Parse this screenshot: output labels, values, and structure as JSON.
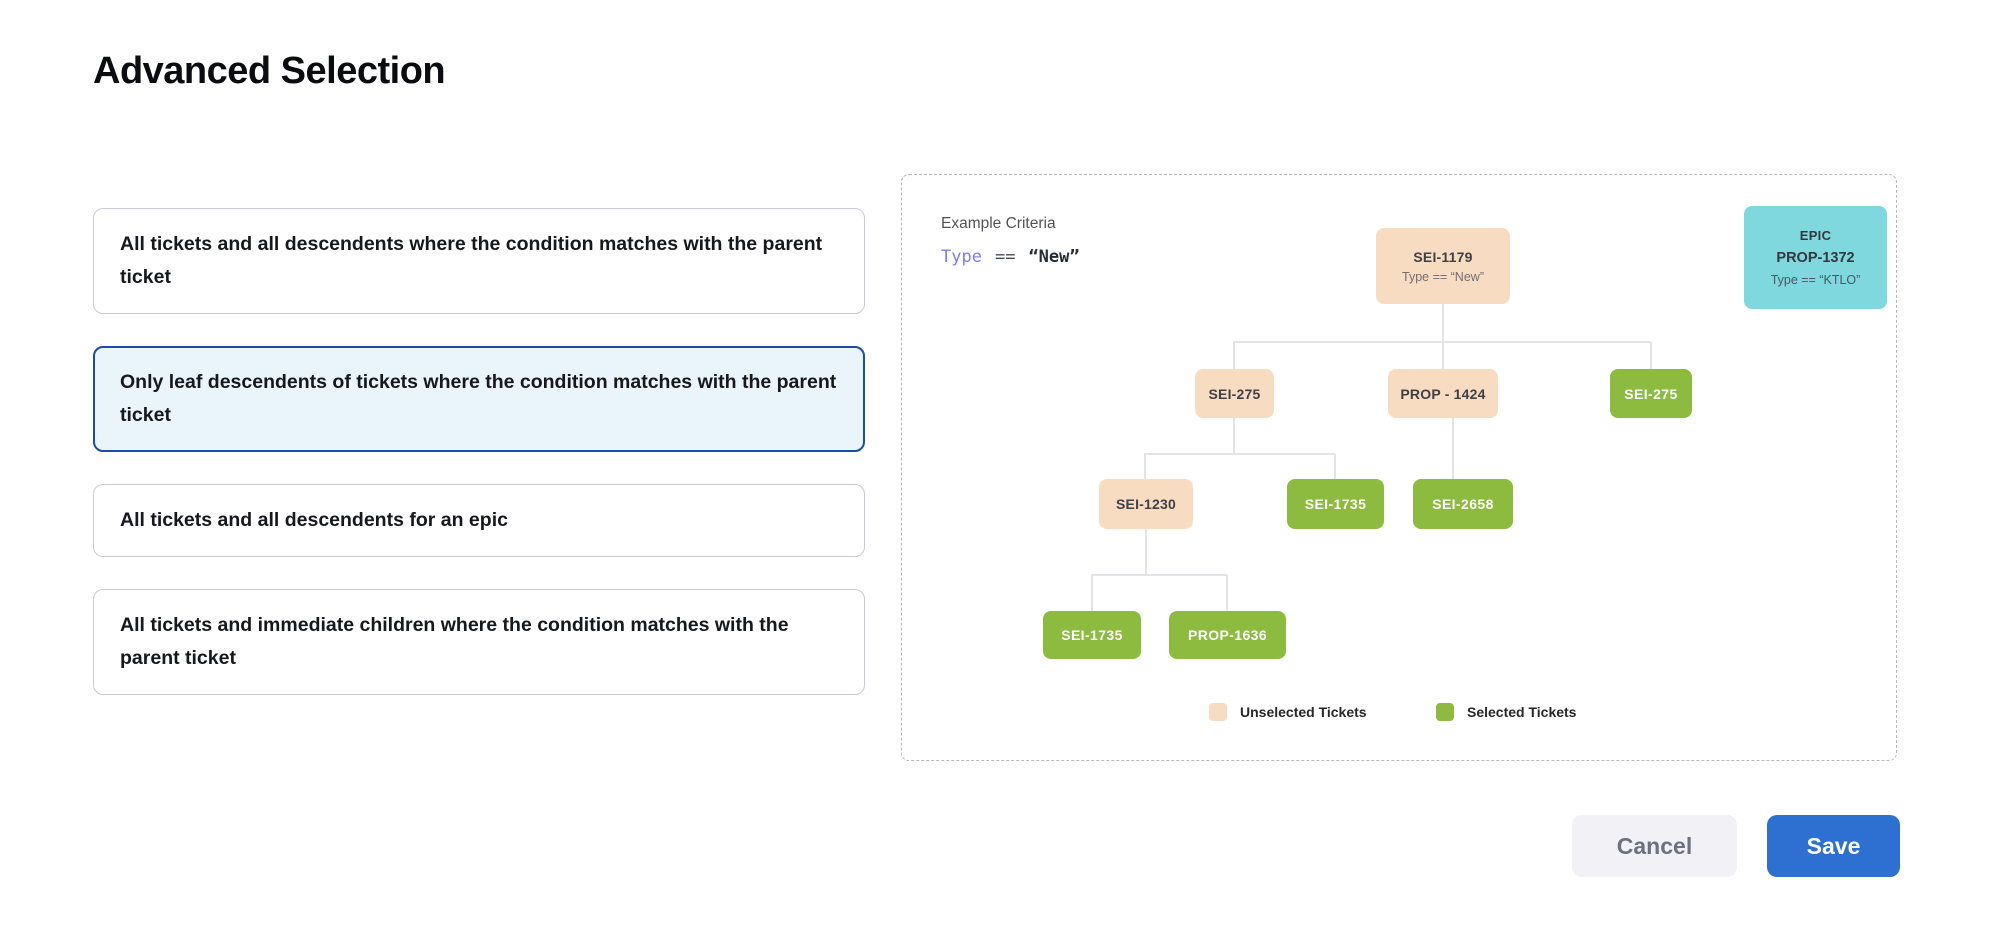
{
  "title": "Advanced Selection",
  "options": [
    {
      "label": "All tickets and all descendents where the condition matches with the parent ticket",
      "selected": false
    },
    {
      "label": "Only leaf descendents of tickets where the condition matches with the parent ticket",
      "selected": true
    },
    {
      "label": "All tickets and all descendents for an epic",
      "selected": false
    },
    {
      "label": "All tickets and immediate children where the condition matches with the parent ticket",
      "selected": false
    }
  ],
  "example_panel": {
    "heading": "Example Criteria",
    "criteria": {
      "field": "Type",
      "operator": "==",
      "value": "“New”"
    },
    "epic_card": {
      "type_label": "EPIC",
      "id": "PROP-1372",
      "condition": "Type == “KTLO”"
    },
    "tree": {
      "root": {
        "id": "SEI-1179",
        "condition": "Type == “New”",
        "state": "unselected"
      },
      "level2": [
        {
          "id": "SEI-275",
          "state": "unselected"
        },
        {
          "id": "PROP - 1424",
          "state": "unselected"
        },
        {
          "id": "SEI-275",
          "state": "selected"
        }
      ],
      "level3": [
        {
          "id": "SEI-1230",
          "state": "unselected"
        },
        {
          "id": "SEI-1735",
          "state": "selected"
        },
        {
          "id": "SEI-2658",
          "state": "selected"
        }
      ],
      "level4": [
        {
          "id": "SEI-1735",
          "state": "selected"
        },
        {
          "id": "PROP-1636",
          "state": "selected"
        }
      ]
    },
    "legend": [
      {
        "label": "Unselected Tickets",
        "color": "#F8DCC2"
      },
      {
        "label": "Selected Tickets",
        "color": "#8CBB3F"
      }
    ]
  },
  "footer": {
    "cancel_label": "Cancel",
    "save_label": "Save"
  },
  "colors": {
    "unselected_ticket": "#F8DCC2",
    "selected_ticket": "#8CBB3F",
    "epic_ticket": "#7FD8DE",
    "primary": "#2E70D2",
    "selected_option_border": "#1D4CA8",
    "selected_option_bg": "#EAF4FB"
  }
}
